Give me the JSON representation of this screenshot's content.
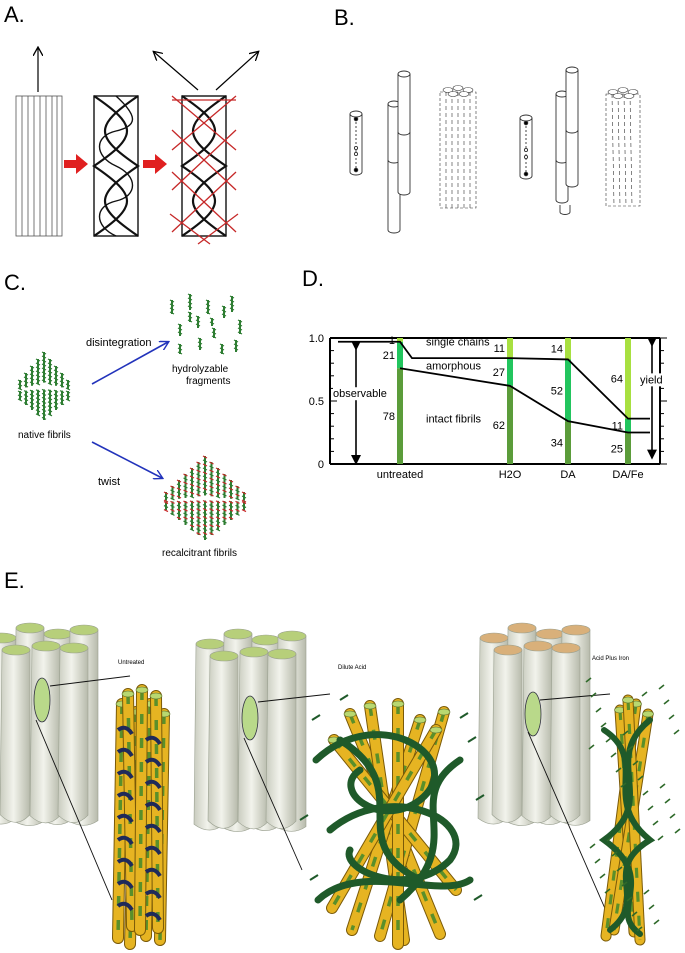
{
  "panels": {
    "A": {
      "label": "A."
    },
    "B": {
      "label": "B."
    },
    "C": {
      "label": "C.",
      "native": "native fibrils",
      "disintegration": "disintegration",
      "hydrolyzable_1": "hydrolyzable",
      "hydrolyzable_2": "fragments",
      "twist": "twist",
      "recalcitrant": "recalcitrant fibrils"
    },
    "D": {
      "label": "D."
    },
    "E": {
      "label": "E.",
      "untreated": "Untreated",
      "dilute": "Dilute Acid",
      "iron": "Acid Plus Iron"
    }
  },
  "colors": {
    "fibril_green": "#2e7d32",
    "fibril_red": "#c62828",
    "arrow_red": "#e02020",
    "arrow_blue": "#2233bb",
    "bar_light": "#a8e040",
    "bar_mid": "#22c55e",
    "bar_dark": "#5b9c3a",
    "rope_yellow": "#e6b422",
    "rope_green": "#5a8f2a",
    "ribbon": "#1f5a2a",
    "sheath": "#e4e6dc"
  },
  "chart_data": {
    "type": "area",
    "categories": [
      "untreated",
      "H2O",
      "DA",
      "DA/Fe"
    ],
    "ylim": [
      0,
      1.0
    ],
    "yticks": [
      "0",
      "0.5",
      "1.0"
    ],
    "region_labels": [
      "single chains",
      "amorphous",
      "intact fibrils"
    ],
    "left_label": "observable",
    "right_label": "yield",
    "boundaries": {
      "top": [
        0.97,
        0.84,
        0.83,
        0.36
      ],
      "lower": [
        0.76,
        0.62,
        0.34,
        0.25
      ]
    },
    "series": [
      {
        "name": "single chains",
        "values": [
          1,
          11,
          14,
          64
        ]
      },
      {
        "name": "amorphous",
        "values": [
          21,
          27,
          52,
          11
        ]
      },
      {
        "name": "intact fibrils",
        "values": [
          78,
          62,
          34,
          25
        ]
      }
    ]
  }
}
